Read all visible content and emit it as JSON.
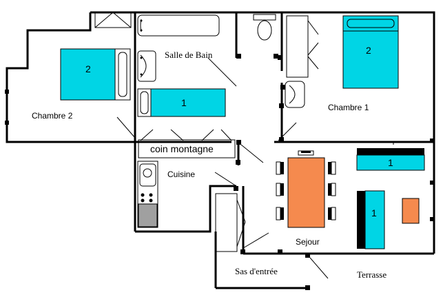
{
  "rooms": {
    "salle_de_bain": "Salle de Bain",
    "chambre_2": "Chambre 2",
    "chambre_1": "Chambre 1",
    "coin_montagne": "coin montagne",
    "cuisine": "Cuisine",
    "sejour": "Sejour",
    "sas_entree": "Sas d'entrée",
    "terrasse": "Terrasse"
  },
  "beds": {
    "chambre_2_bed": "2",
    "bathroom_bunk": "1",
    "chambre_1_bed": "2",
    "sejour_top_bed": "1",
    "sejour_right_bed": "1"
  },
  "colors": {
    "bed_fill": "#00d5e5",
    "table_fill": "#f58a4e",
    "wall": "#000000",
    "stove_grey": "#a0a0a0"
  }
}
